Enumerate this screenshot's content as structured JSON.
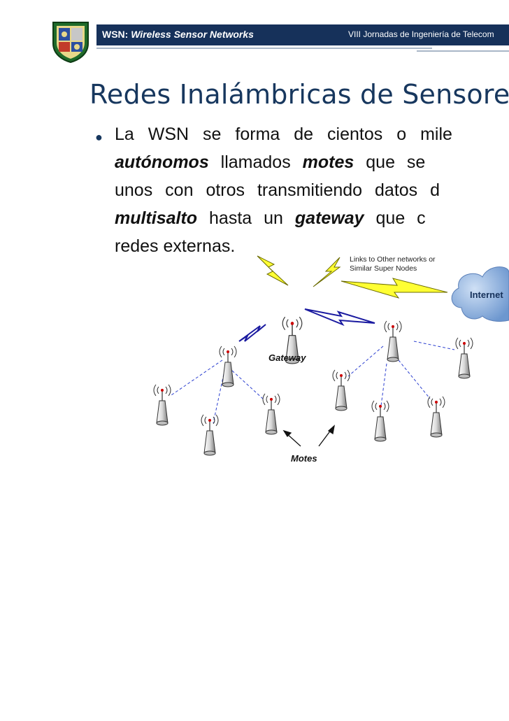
{
  "header": {
    "title_bold": "WSN:",
    "title_italic": "Wireless Sensor Networks",
    "conference": "VIII Jornadas de Ingeniería de Telecom",
    "colors": {
      "bar": "#16315a",
      "text": "#ffffff"
    }
  },
  "logo": {
    "icon": "university-shield-icon"
  },
  "slide": {
    "title": "Redes Inalámbricas de Sensore",
    "bullet_lines": [
      {
        "words": [
          "La",
          "WSN",
          "se",
          "forma",
          "de",
          "cientos",
          "o",
          "mile"
        ]
      },
      {
        "a": "autónomos",
        "b": " llamados ",
        "c": "motes",
        "d": " que se"
      },
      {
        "words": [
          "unos",
          "con",
          "otros",
          "transmitiendo",
          "datos",
          "d"
        ]
      },
      {
        "a": "multisalto",
        "b": " hasta un ",
        "c": "gateway",
        "d": " que c"
      },
      {
        "words": [
          "redes externas."
        ]
      }
    ],
    "title_color": "#17375e"
  },
  "diagram": {
    "gateway_label": "Gateway",
    "motes_label": "Motes",
    "links_label_line1": "Links to Other networks or",
    "links_label_line2": "Similar Super Nodes",
    "internet_label": "Internet",
    "colors": {
      "lightning": "#ffff00",
      "lightning_outline": "#7a7a00",
      "radio_link": "#1a1aa0",
      "cloud": "#7fa7d8",
      "dashed": "#2b3fd0"
    }
  }
}
